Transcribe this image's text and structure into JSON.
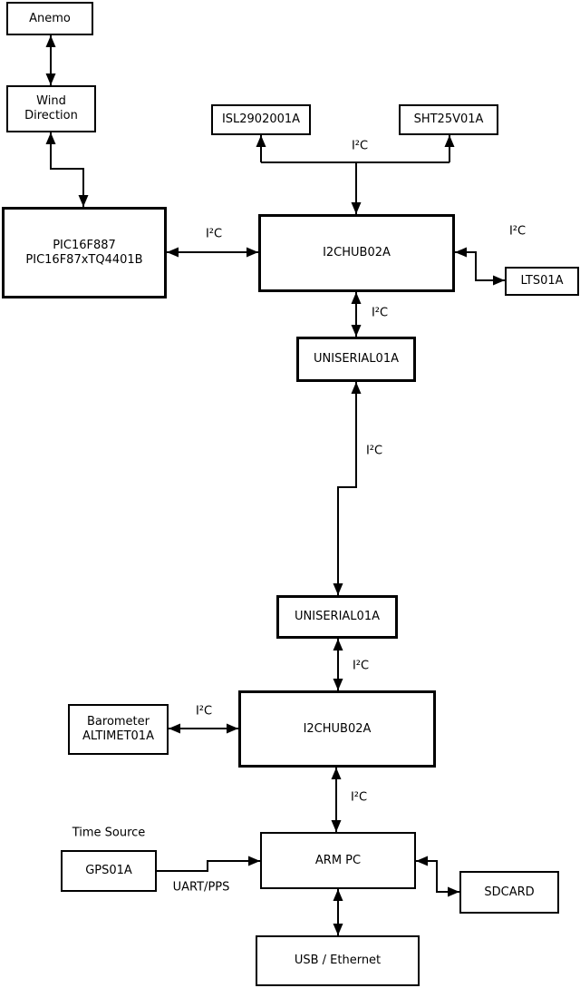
{
  "nodes": {
    "anemo": {
      "label": "Anemo"
    },
    "wind_direction": {
      "line1": "Wind",
      "line2": "Direction"
    },
    "pic": {
      "line1": "PIC16F887",
      "line2": "PIC16F87xTQ4401B"
    },
    "isl": {
      "label": "ISL2902001A"
    },
    "sht": {
      "label": "SHT25V01A"
    },
    "hub_top": {
      "label": "I2CHUB02A"
    },
    "lts": {
      "label": "LTS01A"
    },
    "uniserial_top": {
      "label": "UNISERIAL01A"
    },
    "uniserial_bottom": {
      "label": "UNISERIAL01A"
    },
    "hub_bottom": {
      "label": "I2CHUB02A"
    },
    "barometer": {
      "line1": "Barometer",
      "line2": "ALTIMET01A"
    },
    "gps": {
      "label": "GPS01A"
    },
    "arm_pc": {
      "label": "ARM PC"
    },
    "sdcard": {
      "label": "SDCARD"
    },
    "usb_ethernet": {
      "label": "USB / Ethernet"
    }
  },
  "edge_labels": {
    "pic_hub": "I²C",
    "sensor_branch": "I²C",
    "lts": "I²C",
    "hub_uniserial": "I²C",
    "uniserial_uniserial": "I²C",
    "uniserial_hub2": "I²C",
    "barometer_hub2": "I²C",
    "hub2_armpc": "I²C",
    "gps_armpc": "UART/PPS",
    "time_source": "Time Source"
  },
  "colors": {
    "line": "#000000",
    "background": "#ffffff",
    "text": "#000000"
  }
}
